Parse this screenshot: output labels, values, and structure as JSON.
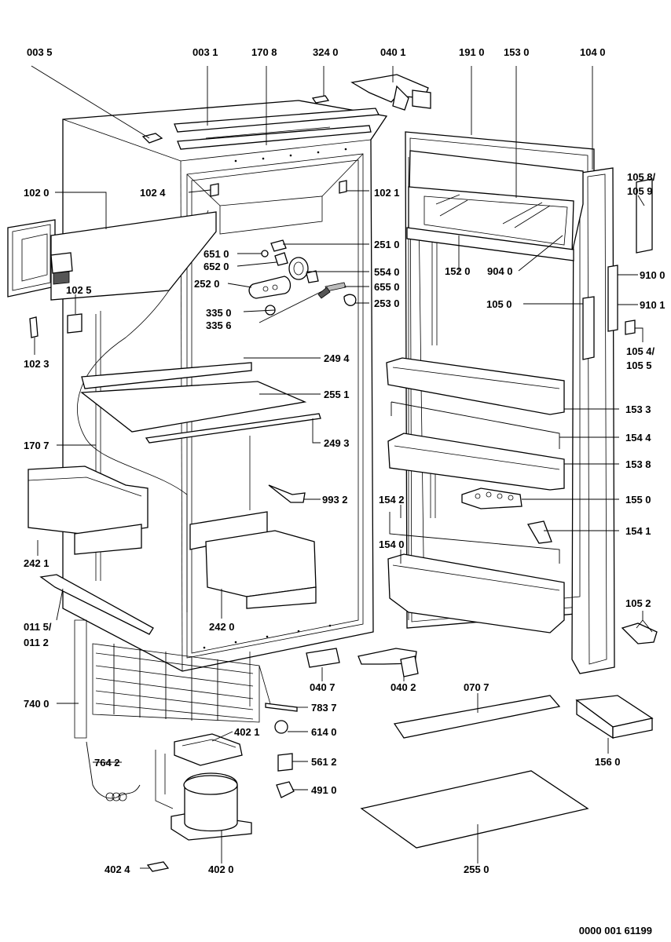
{
  "labels": {
    "l_0035": "003 5",
    "l_0031": "003 1",
    "l_1708": "170 8",
    "l_3240": "324 0",
    "l_0401": "040 1",
    "l_1910": "191 0",
    "l_1530": "153 0",
    "l_1040": "104 0",
    "l_1020": "102 0",
    "l_1024": "102 4",
    "l_1021": "102 1",
    "l_1058": "105 8/",
    "l_1059": "105 9",
    "l_2510": "251 0",
    "l_6510": "651 0",
    "l_6520": "652 0",
    "l_5540": "554 0",
    "l_2520": "252 0",
    "l_6550": "655 0",
    "l_2530": "253 0",
    "l_1520": "152 0",
    "l_9040": "904 0",
    "l_9100": "910 0",
    "l_9101": "910 1",
    "l_1025": "102 5",
    "l_3350": "335 0",
    "l_3356": "335 6",
    "l_1050": "105 0",
    "l_1023": "102 3",
    "l_1054": "105 4/",
    "l_1055": "105 5",
    "l_2494": "249 4",
    "l_2551": "255 1",
    "l_1533": "153 3",
    "l_1707": "170 7",
    "l_2493": "249 3",
    "l_1544": "154 4",
    "l_1538": "153 8",
    "l_9932": "993 2",
    "l_1550": "155 0",
    "l_1542": "154 2",
    "l_1541": "154 1",
    "l_1540": "154 0",
    "l_2421": "242 1",
    "l_2420": "242 0",
    "l_0115": "011 5/",
    "l_0112": "011 2",
    "l_1052": "105 2",
    "l_0407": "040 7",
    "l_0402": "040 2",
    "l_0707": "070 7",
    "l_7400": "740 0",
    "l_7837": "783 7",
    "l_6140": "614 0",
    "l_4021": "402 1",
    "l_1560": "156 0",
    "l_7642": "764 2",
    "l_5612": "561 2",
    "l_4910": "491 0",
    "l_2550": "255 0",
    "l_4024": "402 4",
    "l_4020": "402 0"
  },
  "drawing_number": "0000 001 61199"
}
